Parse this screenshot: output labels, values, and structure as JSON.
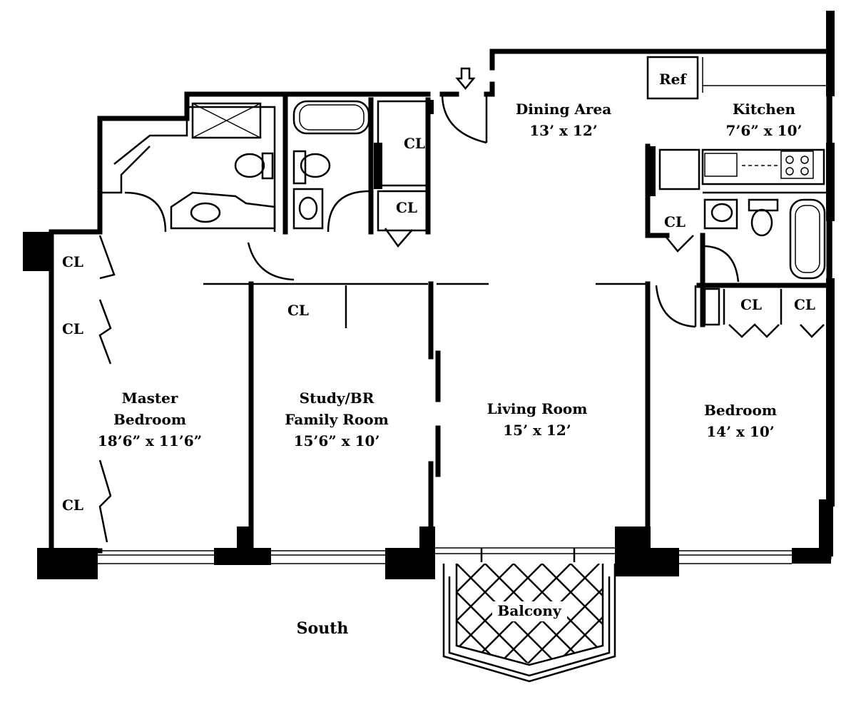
{
  "plan": {
    "orientation": "South",
    "rooms": {
      "dining": {
        "name": "Dining Area",
        "size": "13’ x 12’"
      },
      "kitchen": {
        "name": "Kitchen",
        "size": "7’6” x 10’"
      },
      "master": {
        "name_line1": "Master",
        "name_line2": "Bedroom",
        "size": "18’6” x 11’6”"
      },
      "study": {
        "name_line1": "Study/BR",
        "name_line2": "Family Room",
        "size": "15’6” x 10’"
      },
      "living": {
        "name": "Living Room",
        "size": "15’ x 12’"
      },
      "bedroom": {
        "name": "Bedroom",
        "size": "14’ x 10’"
      },
      "balcony": {
        "name": "Balcony"
      }
    },
    "fixtures": {
      "ref": "Ref",
      "closet": "CL"
    },
    "entry_icon": "down-arrow-icon"
  }
}
